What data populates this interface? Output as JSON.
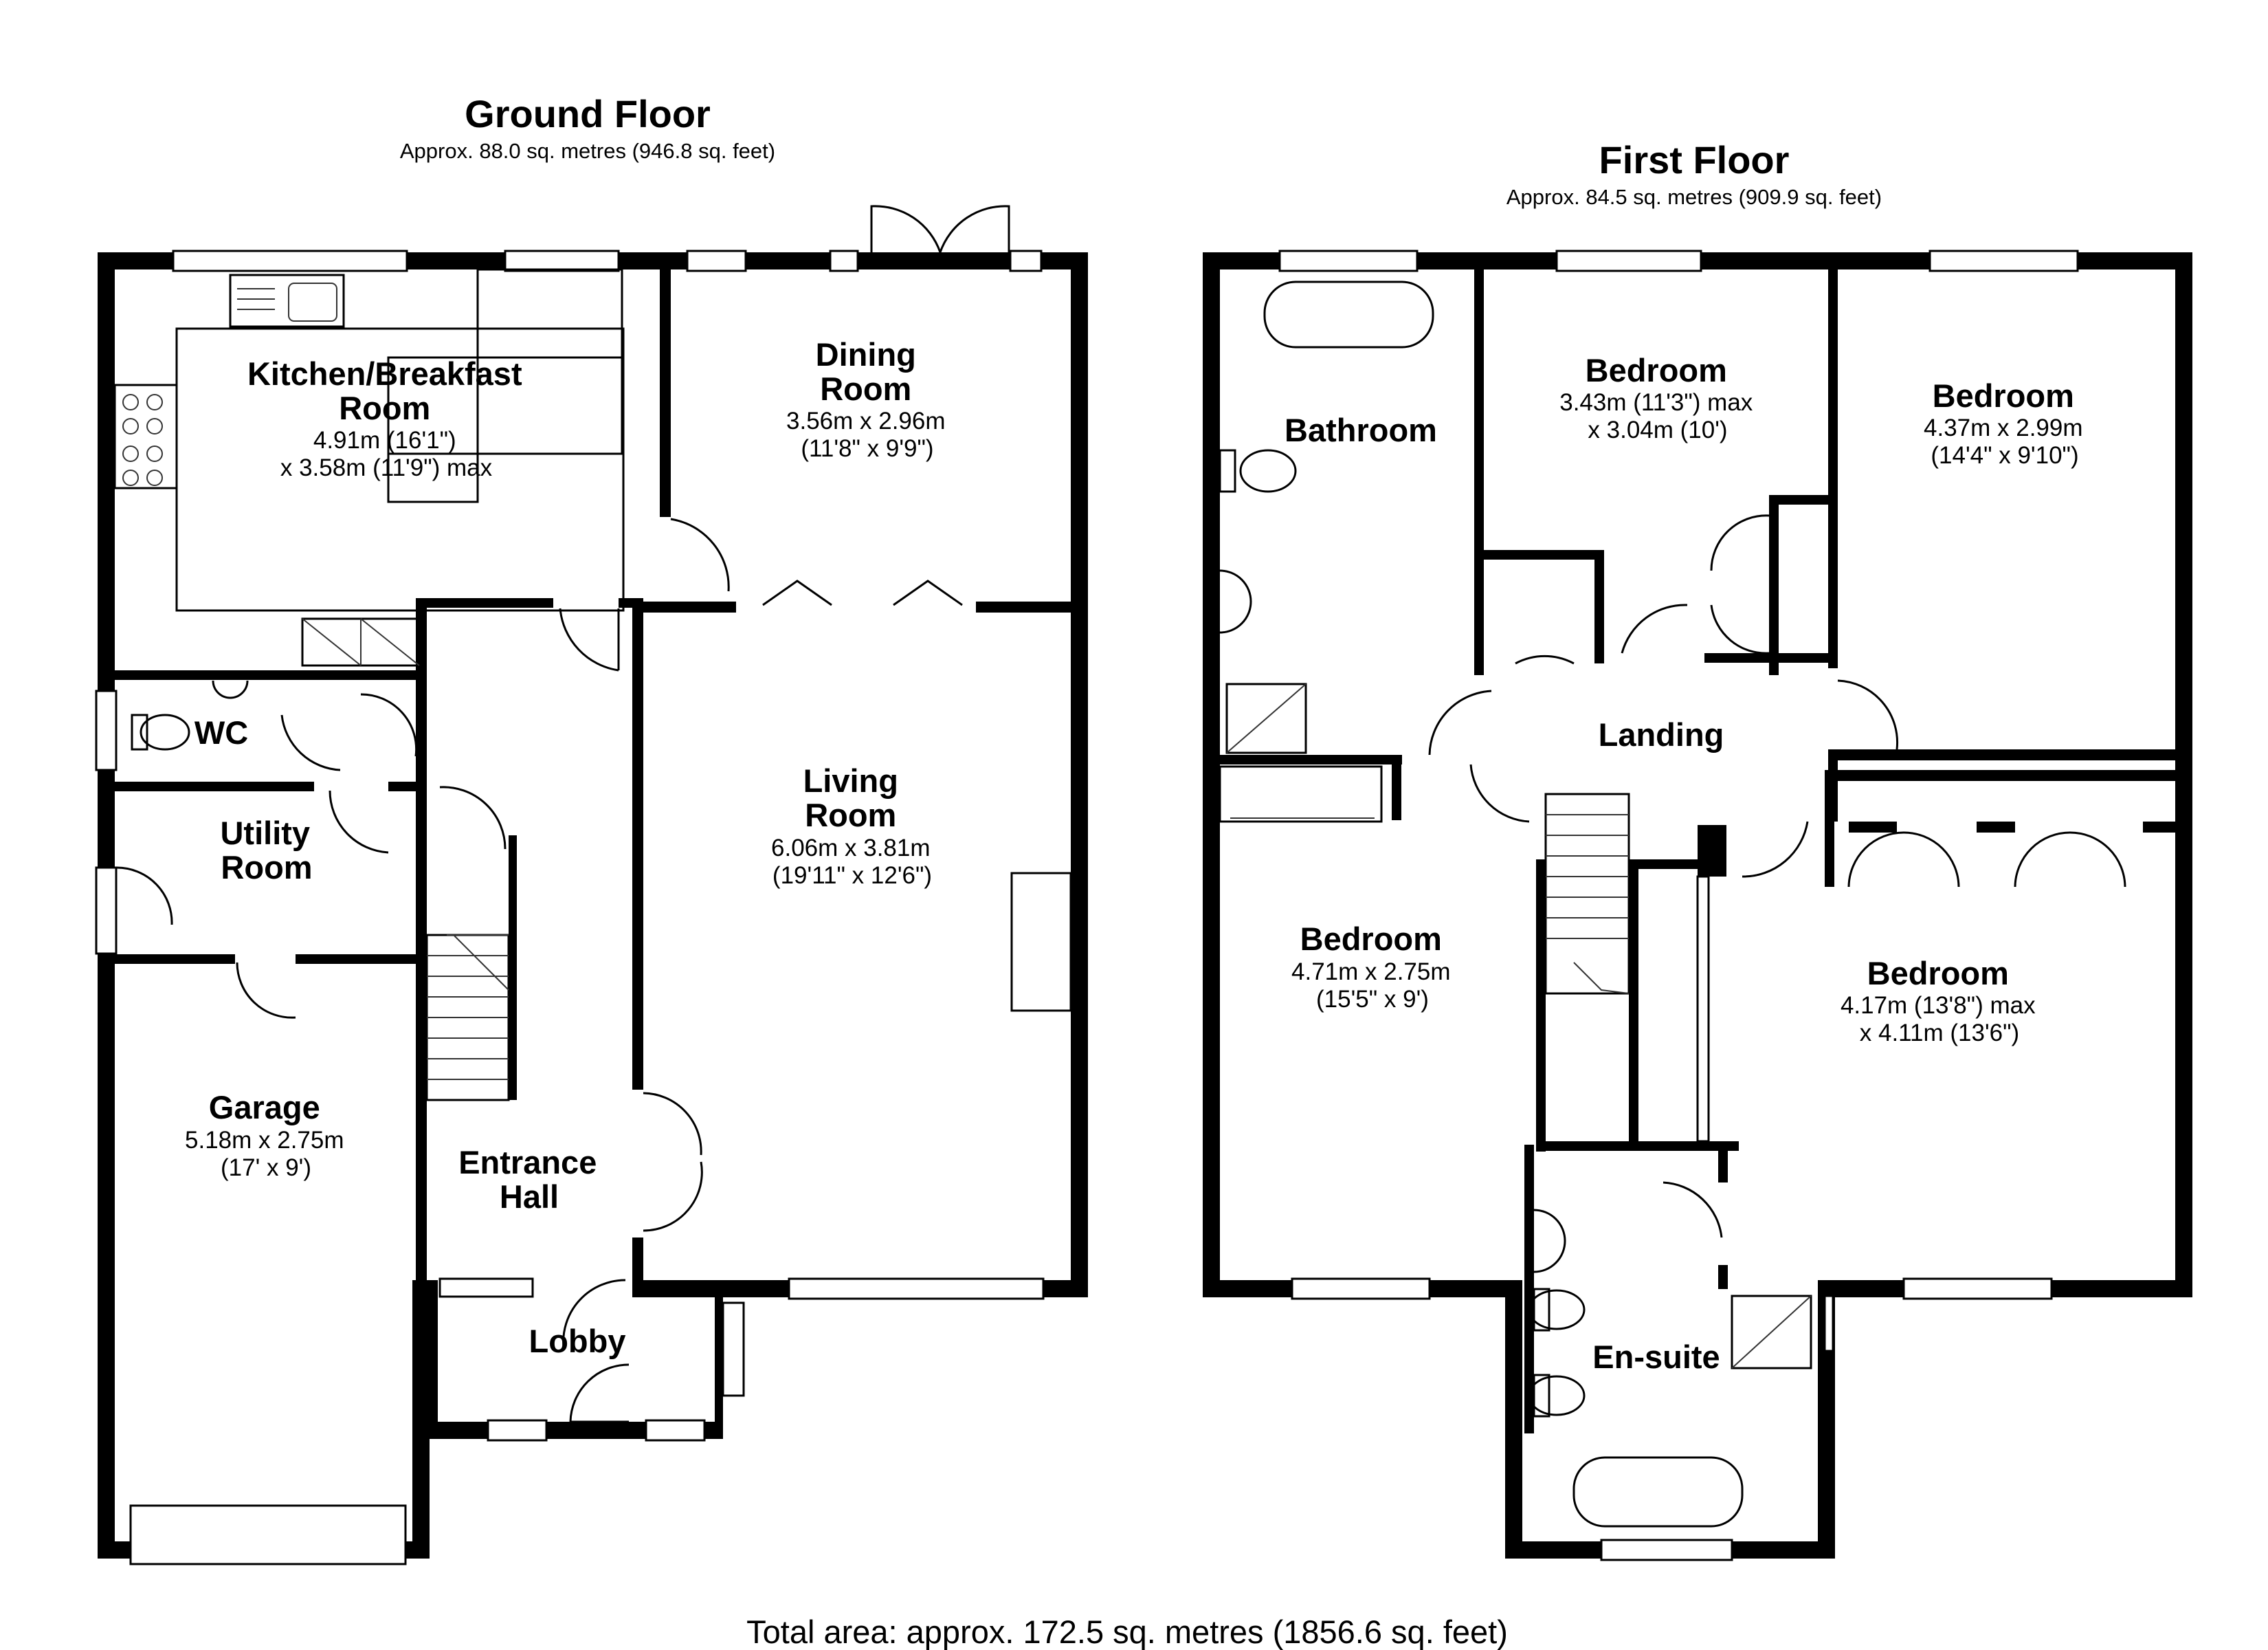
{
  "ground_floor": {
    "title": "Ground Floor",
    "area": "Approx. 88.0 sq. metres (946.8 sq. feet)",
    "rooms": {
      "kitchen": {
        "name_lines": [
          "Kitchen/Breakfast",
          "Room"
        ],
        "dims": [
          "4.91m (16'1\")",
          "x 3.58m (11'9\") max"
        ]
      },
      "dining": {
        "name_lines": [
          "Dining",
          "Room"
        ],
        "dims": [
          "3.56m x 2.96m",
          "(11'8\" x 9'9\")"
        ]
      },
      "living": {
        "name_lines": [
          "Living",
          "Room"
        ],
        "dims": [
          "6.06m x 3.81m",
          "(19'11\" x 12'6\")"
        ]
      },
      "wc": {
        "name_lines": [
          "WC"
        ],
        "dims": []
      },
      "utility": {
        "name_lines": [
          "Utility",
          "Room"
        ],
        "dims": []
      },
      "garage": {
        "name_lines": [
          "Garage"
        ],
        "dims": [
          "5.18m x 2.75m",
          "(17' x 9')"
        ]
      },
      "hall": {
        "name_lines": [
          "Entrance",
          "Hall"
        ],
        "dims": []
      },
      "lobby": {
        "name_lines": [
          "Lobby"
        ],
        "dims": []
      }
    }
  },
  "first_floor": {
    "title": "First Floor",
    "area": "Approx. 84.5 sq. metres (909.9 sq. feet)",
    "rooms": {
      "bathroom": {
        "name_lines": [
          "Bathroom"
        ],
        "dims": []
      },
      "bedroom_a": {
        "name_lines": [
          "Bedroom"
        ],
        "dims": [
          "3.43m (11'3\") max",
          "x 3.04m (10')"
        ]
      },
      "bedroom_b": {
        "name_lines": [
          "Bedroom"
        ],
        "dims": [
          "4.37m x 2.99m",
          "(14'4\" x 9'10\")"
        ]
      },
      "landing": {
        "name_lines": [
          "Landing"
        ],
        "dims": []
      },
      "bedroom_c": {
        "name_lines": [
          "Bedroom"
        ],
        "dims": [
          "4.71m x 2.75m",
          "(15'5\" x 9')"
        ]
      },
      "bedroom_d": {
        "name_lines": [
          "Bedroom"
        ],
        "dims": [
          "4.17m (13'8\") max",
          "x 4.11m (13'6\")"
        ]
      },
      "ensuite": {
        "name_lines": [
          "En-suite"
        ],
        "dims": []
      }
    }
  },
  "total_area": "Total area: approx. 172.5 sq. metres (1856.6 sq. feet)"
}
